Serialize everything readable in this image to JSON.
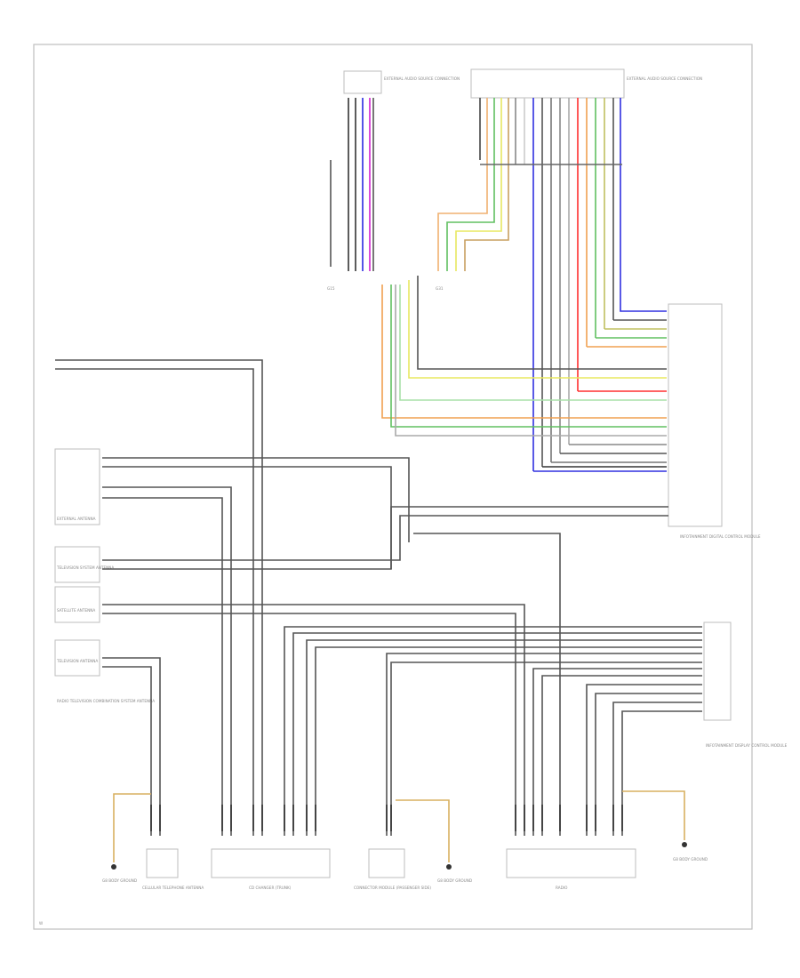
{
  "diagram": {
    "components": [
      {
        "id": "ext-audio-upper",
        "label": "EXTERNAL AUDIO SOURCE CONNECTION"
      },
      {
        "id": "ext-audio-main",
        "label": "EXTERNAL AUDIO SOURCE CONNECTION"
      },
      {
        "id": "ground-left",
        "label": "G15"
      },
      {
        "id": "ground-mid",
        "label": "G31"
      },
      {
        "id": "ctrl-module",
        "label": "INFOTAINMENT DIGITAL CONTROL MODULE"
      },
      {
        "id": "left-pane-a",
        "label": "EXTERNAL ANTENNA"
      },
      {
        "id": "left-pane-b",
        "label": "TELEVISION SYSTEM ANTENNA"
      },
      {
        "id": "left-pane-c",
        "label": "SATELLITE ANTENNA"
      },
      {
        "id": "left-pane-d",
        "label": "TELEVISION ANTENNA"
      },
      {
        "id": "left-pane-e",
        "label": "RADIO TELEVISION COMBINATION SYSTEM ANTENNA"
      },
      {
        "id": "right-mod",
        "label": "INFOTAINMENT DISPLAY CONTROL MODULE"
      },
      {
        "id": "bottom-1",
        "label": "CELLULAR TELEPHONE ANTENNA"
      },
      {
        "id": "bottom-2",
        "label": "CD CHANGER (TRUNK)"
      },
      {
        "id": "bottom-3",
        "label": "CONNECTOR MODULE (PASSENGER SIDE)"
      },
      {
        "id": "bottom-4",
        "label": "RADIO"
      },
      {
        "id": "g-1",
        "label": "G8 BODY GROUND"
      },
      {
        "id": "g-2",
        "label": "G8 BODY GROUND"
      },
      {
        "id": "g-3",
        "label": "G8 BODY GROUND"
      }
    ],
    "page_tag": "W"
  }
}
